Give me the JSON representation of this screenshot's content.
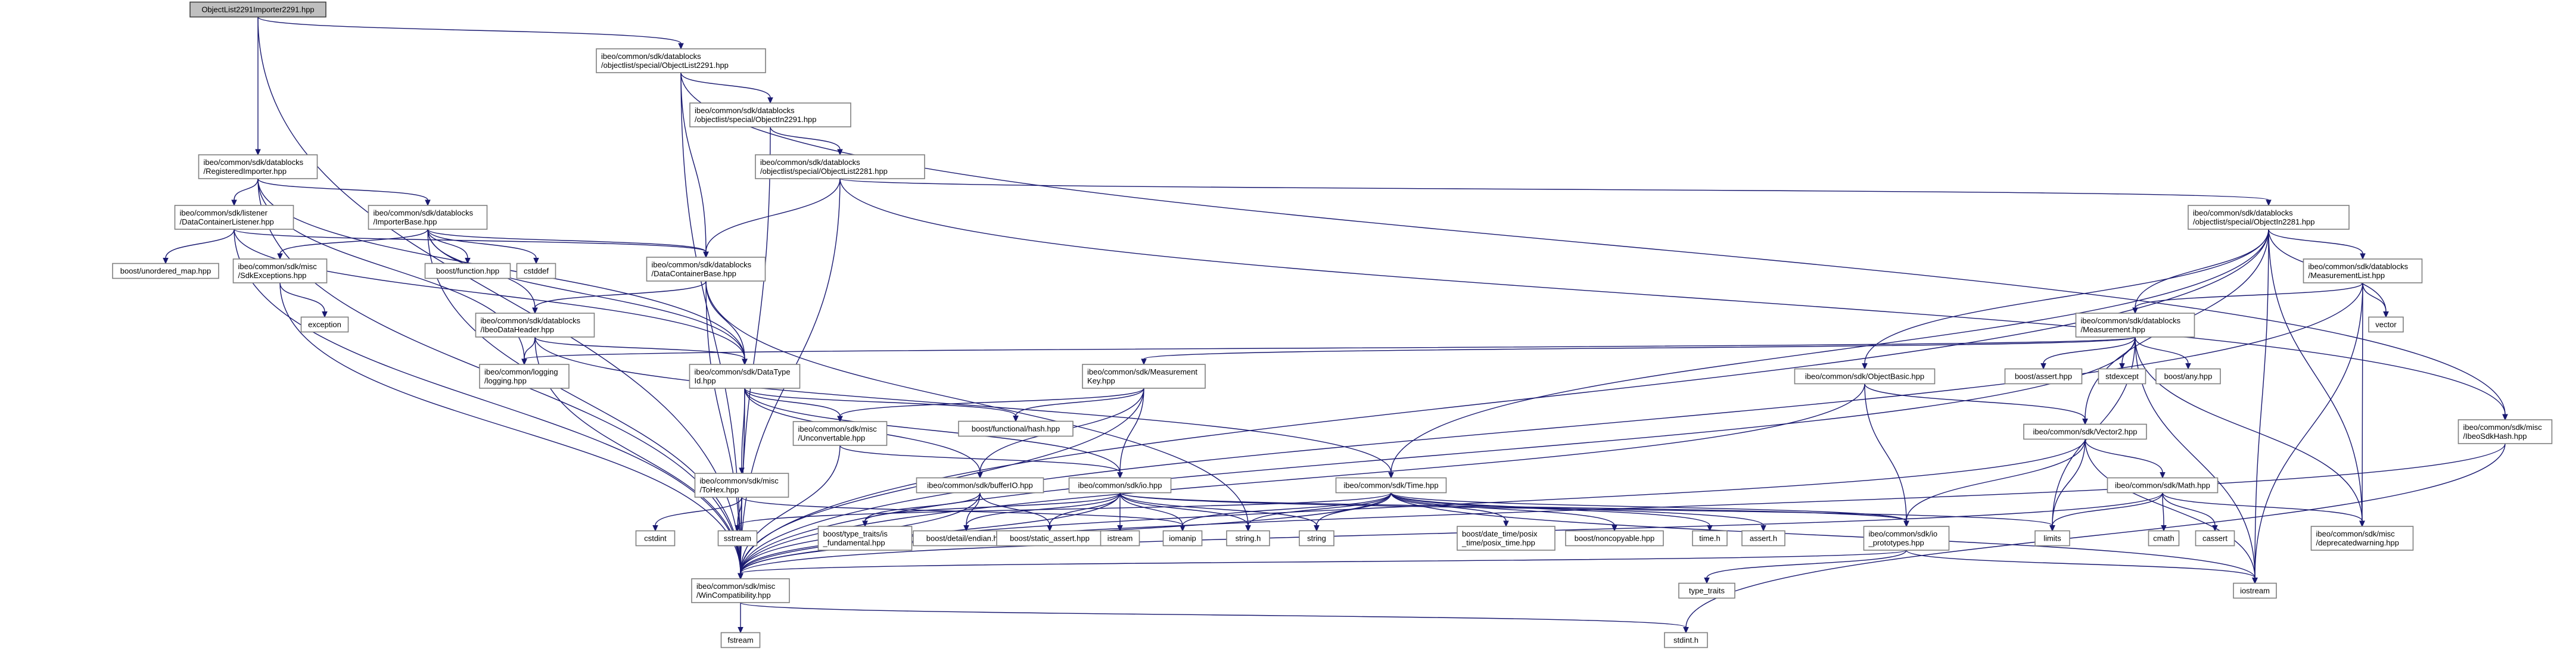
{
  "root": "ObjectList2291Importer2291.hpp",
  "nodes": [
    {
      "id": "root",
      "lines": [
        "ObjectList2291Importer2291.hpp"
      ],
      "interactable": false
    },
    {
      "id": "ol2291",
      "lines": [
        "ibeo/common/sdk/datablocks",
        "/objectlist/special/ObjectList2291.hpp"
      ],
      "interactable": true
    },
    {
      "id": "regimp",
      "lines": [
        "ibeo/common/sdk/datablocks",
        "/RegisteredImporter.hpp"
      ],
      "interactable": true
    },
    {
      "id": "obj2291",
      "lines": [
        "ibeo/common/sdk/datablocks",
        "/objectlist/special/ObjectIn2291.hpp"
      ],
      "interactable": true
    },
    {
      "id": "ol2281",
      "lines": [
        "ibeo/common/sdk/datablocks",
        "/objectlist/special/ObjectList2281.hpp"
      ],
      "interactable": true
    },
    {
      "id": "dcl",
      "lines": [
        "ibeo/common/sdk/listener",
        "/DataContainerListener.hpp"
      ],
      "interactable": true
    },
    {
      "id": "impbase",
      "lines": [
        "ibeo/common/sdk/datablocks",
        "/ImporterBase.hpp"
      ],
      "interactable": true
    },
    {
      "id": "obj2281",
      "lines": [
        "ibeo/common/sdk/datablocks",
        "/objectlist/special/ObjectIn2281.hpp"
      ],
      "interactable": true
    },
    {
      "id": "unordered",
      "lines": [
        "boost/unordered_map.hpp"
      ],
      "interactable": false
    },
    {
      "id": "sdkexc",
      "lines": [
        "ibeo/common/sdk/misc",
        "/SdkExceptions.hpp"
      ],
      "interactable": true
    },
    {
      "id": "boostfunc",
      "lines": [
        "boost/function.hpp"
      ],
      "interactable": false
    },
    {
      "id": "cstddef",
      "lines": [
        "cstddef"
      ],
      "interactable": false
    },
    {
      "id": "dcbase",
      "lines": [
        "ibeo/common/sdk/datablocks",
        "/DataContainerBase.hpp"
      ],
      "interactable": true
    },
    {
      "id": "meslist",
      "lines": [
        "ibeo/common/sdk/datablocks",
        "/MeasurementList.hpp"
      ],
      "interactable": true
    },
    {
      "id": "vector",
      "lines": [
        "vector"
      ],
      "interactable": false
    },
    {
      "id": "exception",
      "lines": [
        "exception"
      ],
      "interactable": false
    },
    {
      "id": "ibeohdr",
      "lines": [
        "ibeo/common/sdk/datablocks",
        "/IbeoDataHeader.hpp"
      ],
      "interactable": true
    },
    {
      "id": "measurement",
      "lines": [
        "ibeo/common/sdk/datablocks",
        "/Measurement.hpp"
      ],
      "interactable": true
    },
    {
      "id": "logging",
      "lines": [
        "ibeo/common/logging",
        "/logging.hpp"
      ],
      "interactable": true
    },
    {
      "id": "datatype",
      "lines": [
        "ibeo/common/sdk/DataType",
        "Id.hpp"
      ],
      "interactable": true
    },
    {
      "id": "mkey",
      "lines": [
        "ibeo/common/sdk/Measurement",
        "Key.hpp"
      ],
      "interactable": true
    },
    {
      "id": "boostassert",
      "lines": [
        "boost/assert.hpp"
      ],
      "interactable": false
    },
    {
      "id": "stdexcept",
      "lines": [
        "stdexcept"
      ],
      "interactable": false
    },
    {
      "id": "boostany",
      "lines": [
        "boost/any.hpp"
      ],
      "interactable": false
    },
    {
      "id": "objbasic",
      "lines": [
        "ibeo/common/sdk/ObjectBasic.hpp"
      ],
      "interactable": true
    },
    {
      "id": "vector2",
      "lines": [
        "ibeo/common/sdk/Vector2.hpp"
      ],
      "interactable": true
    },
    {
      "id": "hash",
      "lines": [
        "ibeo/common/sdk/misc",
        "/IbeoSdkHash.hpp"
      ],
      "interactable": true
    },
    {
      "id": "unconv",
      "lines": [
        "ibeo/common/sdk/misc",
        "/Unconvertable.hpp"
      ],
      "interactable": true
    },
    {
      "id": "fhash",
      "lines": [
        "boost/functional/hash.hpp"
      ],
      "interactable": false
    },
    {
      "id": "tohex",
      "lines": [
        "ibeo/common/sdk/misc",
        "/ToHex.hpp"
      ],
      "interactable": true
    },
    {
      "id": "bufferio",
      "lines": [
        "ibeo/common/sdk/bufferIO.hpp"
      ],
      "interactable": true
    },
    {
      "id": "io",
      "lines": [
        "ibeo/common/sdk/io.hpp"
      ],
      "interactable": true
    },
    {
      "id": "time",
      "lines": [
        "ibeo/common/sdk/Time.hpp"
      ],
      "interactable": true
    },
    {
      "id": "math",
      "lines": [
        "ibeo/common/sdk/Math.hpp"
      ],
      "interactable": true
    },
    {
      "id": "cstdint",
      "lines": [
        "cstdint"
      ],
      "interactable": false
    },
    {
      "id": "sstream",
      "lines": [
        "sstream"
      ],
      "interactable": false
    },
    {
      "id": "typetraitsfund",
      "lines": [
        "boost/type_traits/is",
        "_fundamental.hpp"
      ],
      "interactable": false
    },
    {
      "id": "endian",
      "lines": [
        "boost/detail/endian.hpp"
      ],
      "interactable": false
    },
    {
      "id": "staticassert",
      "lines": [
        "boost/static_assert.hpp"
      ],
      "interactable": false
    },
    {
      "id": "istream",
      "lines": [
        "istream"
      ],
      "interactable": false
    },
    {
      "id": "iomanip",
      "lines": [
        "iomanip"
      ],
      "interactable": false
    },
    {
      "id": "stringh",
      "lines": [
        "string.h"
      ],
      "interactable": false
    },
    {
      "id": "string",
      "lines": [
        "string"
      ],
      "interactable": false
    },
    {
      "id": "posixtime",
      "lines": [
        "boost/date_time/posix",
        "_time/posix_time.hpp"
      ],
      "interactable": false
    },
    {
      "id": "noncopyable",
      "lines": [
        "boost/noncopyable.hpp"
      ],
      "interactable": false
    },
    {
      "id": "timeh",
      "lines": [
        "time.h"
      ],
      "interactable": false
    },
    {
      "id": "asserth",
      "lines": [
        "assert.h"
      ],
      "interactable": false
    },
    {
      "id": "ioproto",
      "lines": [
        "ibeo/common/sdk/io",
        "_prototypes.hpp"
      ],
      "interactable": true
    },
    {
      "id": "limits",
      "lines": [
        "limits"
      ],
      "interactable": false
    },
    {
      "id": "cmath",
      "lines": [
        "cmath"
      ],
      "interactable": false
    },
    {
      "id": "cassert",
      "lines": [
        "cassert"
      ],
      "interactable": false
    },
    {
      "id": "deprecated",
      "lines": [
        "ibeo/common/sdk/misc",
        "/deprecatedwarning.hpp"
      ],
      "interactable": true
    },
    {
      "id": "wincompat",
      "lines": [
        "ibeo/common/sdk/misc",
        "/WinCompatibility.hpp"
      ],
      "interactable": true
    },
    {
      "id": "typetraits",
      "lines": [
        "type_traits"
      ],
      "interactable": false
    },
    {
      "id": "iostream",
      "lines": [
        "iostream"
      ],
      "interactable": false
    },
    {
      "id": "fstream",
      "lines": [
        "fstream"
      ],
      "interactable": false
    },
    {
      "id": "stdinth",
      "lines": [
        "stdint.h"
      ],
      "interactable": false
    }
  ],
  "edges": [
    [
      "root",
      "ol2291"
    ],
    [
      "root",
      "regimp"
    ],
    [
      "root",
      "wincompat"
    ],
    [
      "ol2291",
      "obj2291"
    ],
    [
      "ol2291",
      "dcbase"
    ],
    [
      "ol2291",
      "hash"
    ],
    [
      "ol2291",
      "wincompat"
    ],
    [
      "obj2291",
      "ol2281"
    ],
    [
      "obj2291",
      "wincompat"
    ],
    [
      "ol2281",
      "obj2281"
    ],
    [
      "ol2281",
      "dcbase"
    ],
    [
      "ol2281",
      "hash"
    ],
    [
      "ol2281",
      "wincompat"
    ],
    [
      "regimp",
      "dcl"
    ],
    [
      "regimp",
      "impbase"
    ],
    [
      "regimp",
      "logging"
    ],
    [
      "regimp",
      "datatype"
    ],
    [
      "regimp",
      "wincompat"
    ],
    [
      "dcl",
      "dcbase"
    ],
    [
      "dcl",
      "datatype"
    ],
    [
      "dcl",
      "unordered"
    ],
    [
      "dcl",
      "wincompat"
    ],
    [
      "impbase",
      "dcbase"
    ],
    [
      "impbase",
      "ibeohdr"
    ],
    [
      "impbase",
      "sdkexc"
    ],
    [
      "impbase",
      "boostfunc"
    ],
    [
      "impbase",
      "cstddef"
    ],
    [
      "impbase",
      "datatype"
    ],
    [
      "impbase",
      "wincompat"
    ],
    [
      "sdkexc",
      "exception"
    ],
    [
      "sdkexc",
      "wincompat"
    ],
    [
      "dcbase",
      "ibeohdr"
    ],
    [
      "dcbase",
      "datatype"
    ],
    [
      "dcbase",
      "stringh"
    ],
    [
      "dcbase",
      "wincompat"
    ],
    [
      "ibeohdr",
      "datatype"
    ],
    [
      "ibeohdr",
      "time"
    ],
    [
      "ibeohdr",
      "logging"
    ],
    [
      "ibeohdr",
      "wincompat"
    ],
    [
      "datatype",
      "unconv"
    ],
    [
      "datatype",
      "fhash"
    ],
    [
      "datatype",
      "tohex"
    ],
    [
      "datatype",
      "bufferio"
    ],
    [
      "datatype",
      "io"
    ],
    [
      "datatype",
      "wincompat"
    ],
    [
      "obj2281",
      "meslist"
    ],
    [
      "obj2281",
      "measurement"
    ],
    [
      "obj2281",
      "objbasic"
    ],
    [
      "obj2281",
      "vector2"
    ],
    [
      "obj2281",
      "time"
    ],
    [
      "obj2281",
      "deprecated"
    ],
    [
      "obj2281",
      "vector"
    ],
    [
      "obj2281",
      "iostream"
    ],
    [
      "obj2281",
      "wincompat"
    ],
    [
      "meslist",
      "measurement"
    ],
    [
      "meslist",
      "vector"
    ],
    [
      "meslist",
      "deprecated"
    ],
    [
      "meslist",
      "iostream"
    ],
    [
      "meslist",
      "wincompat"
    ],
    [
      "measurement",
      "mkey"
    ],
    [
      "measurement",
      "boostassert"
    ],
    [
      "measurement",
      "stdexcept"
    ],
    [
      "measurement",
      "boostany"
    ],
    [
      "measurement",
      "logging"
    ],
    [
      "measurement",
      "limits"
    ],
    [
      "measurement",
      "deprecated"
    ],
    [
      "measurement",
      "iostream"
    ],
    [
      "measurement",
      "wincompat"
    ],
    [
      "mkey",
      "unconv"
    ],
    [
      "mkey",
      "fhash"
    ],
    [
      "mkey",
      "bufferio"
    ],
    [
      "mkey",
      "io"
    ],
    [
      "mkey",
      "wincompat"
    ],
    [
      "objbasic",
      "vector2"
    ],
    [
      "objbasic",
      "ioproto"
    ],
    [
      "objbasic",
      "wincompat"
    ],
    [
      "vector2",
      "math"
    ],
    [
      "vector2",
      "ioproto"
    ],
    [
      "vector2",
      "limits"
    ],
    [
      "vector2",
      "iostream"
    ],
    [
      "vector2",
      "wincompat"
    ],
    [
      "math",
      "limits"
    ],
    [
      "math",
      "cmath"
    ],
    [
      "math",
      "cassert"
    ],
    [
      "math",
      "deprecated"
    ],
    [
      "math",
      "wincompat"
    ],
    [
      "hash",
      "stdinth"
    ],
    [
      "hash",
      "wincompat"
    ],
    [
      "unconv",
      "io"
    ],
    [
      "unconv",
      "wincompat"
    ],
    [
      "tohex",
      "cstdint"
    ],
    [
      "tohex",
      "sstream"
    ],
    [
      "tohex",
      "iomanip"
    ],
    [
      "tohex",
      "wincompat"
    ],
    [
      "bufferio",
      "typetraitsfund"
    ],
    [
      "bufferio",
      "endian"
    ],
    [
      "bufferio",
      "staticassert"
    ],
    [
      "bufferio",
      "wincompat"
    ],
    [
      "io",
      "ioproto"
    ],
    [
      "io",
      "typetraitsfund"
    ],
    [
      "io",
      "endian"
    ],
    [
      "io",
      "staticassert"
    ],
    [
      "io",
      "istream"
    ],
    [
      "io",
      "iomanip"
    ],
    [
      "io",
      "stringh"
    ],
    [
      "io",
      "string"
    ],
    [
      "io",
      "limits"
    ],
    [
      "io",
      "wincompat"
    ],
    [
      "time",
      "posixtime"
    ],
    [
      "time",
      "noncopyable"
    ],
    [
      "time",
      "timeh"
    ],
    [
      "time",
      "asserth"
    ],
    [
      "time",
      "iomanip"
    ],
    [
      "time",
      "sstream"
    ],
    [
      "time",
      "string"
    ],
    [
      "time",
      "stringh"
    ],
    [
      "time",
      "ioproto"
    ],
    [
      "time",
      "iostream"
    ],
    [
      "time",
      "wincompat"
    ],
    [
      "ioproto",
      "typetraits"
    ],
    [
      "ioproto",
      "iostream"
    ],
    [
      "ioproto",
      "wincompat"
    ],
    [
      "wincompat",
      "fstream"
    ],
    [
      "wincompat",
      "stdinth"
    ]
  ]
}
